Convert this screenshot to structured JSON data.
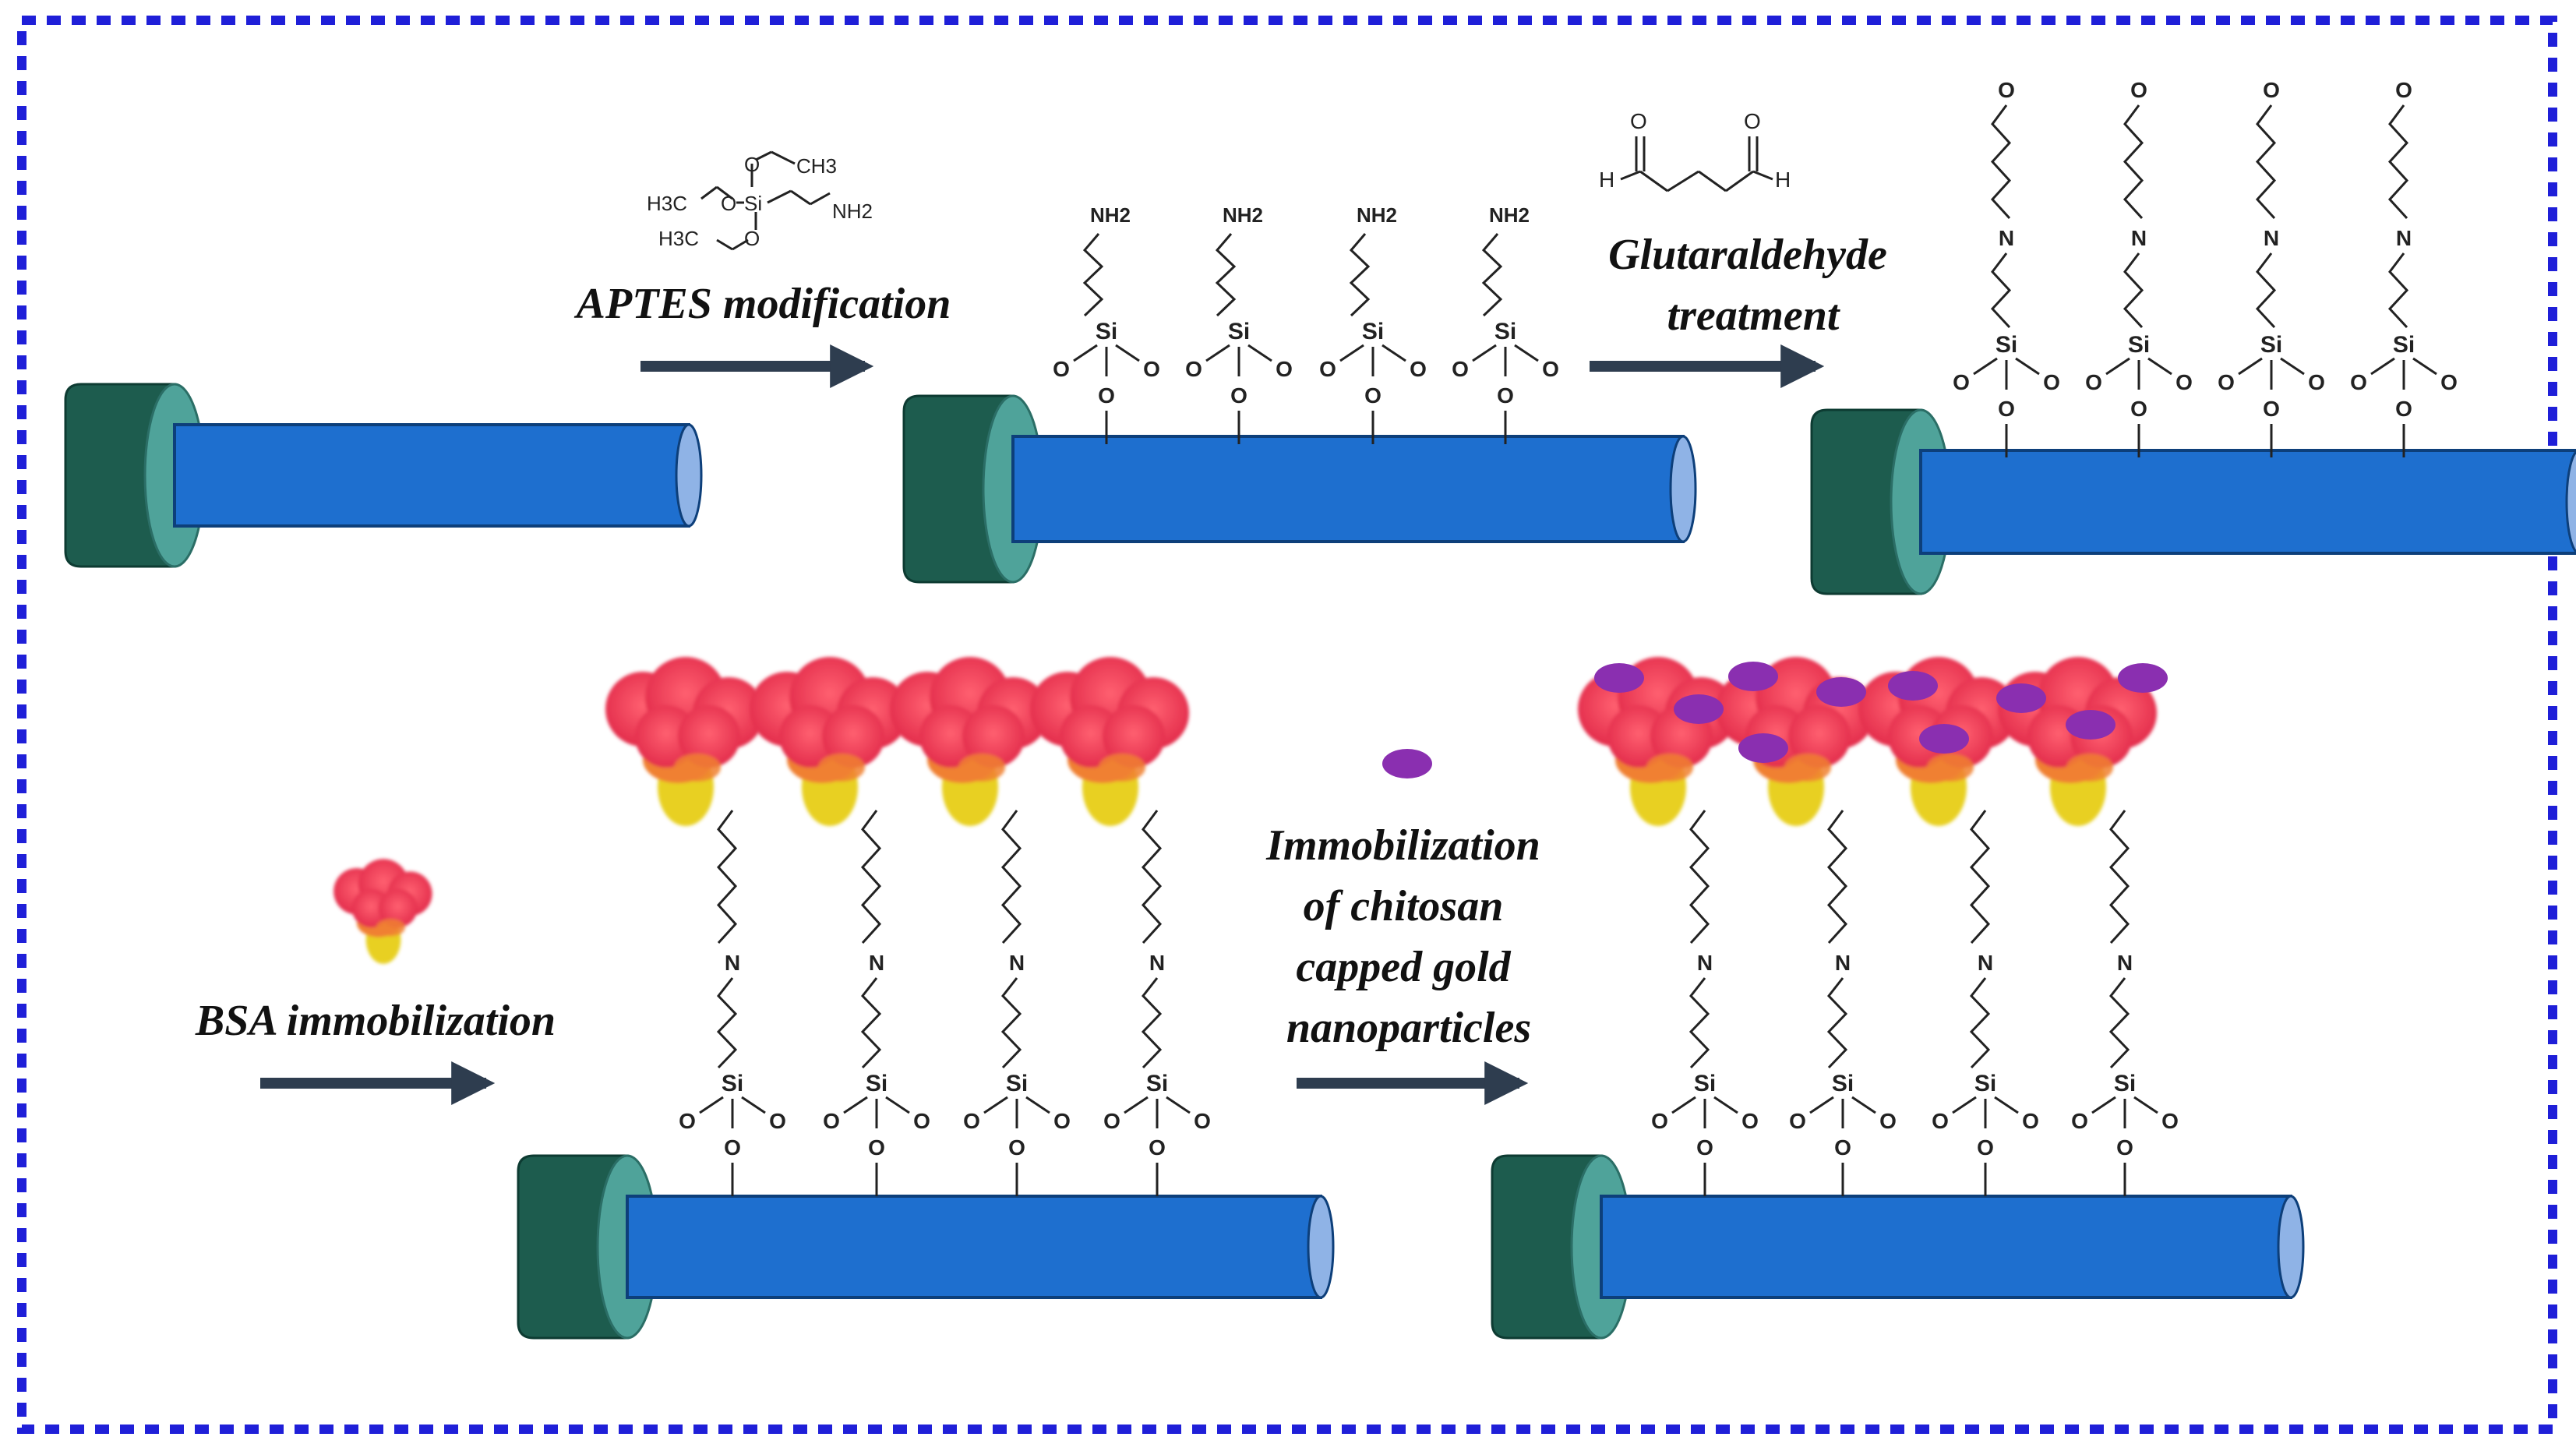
{
  "colors": {
    "frame": "#1f1fd8",
    "fiber_body": "#1e6fcf",
    "fiber_end": "#8fb3e6",
    "connector_dark": "#1d5c4e",
    "connector_light": "#4fa39a",
    "arrow": "#2e3d4f",
    "bond": "#222222",
    "bsa_red": "#f0405a",
    "bsa_orange": "#f08030",
    "bsa_yellow": "#e8d020",
    "nanoparticle": "#8a2fb0"
  },
  "steps": {
    "aptes": {
      "lines": [
        "APTES modification"
      ]
    },
    "glutaraldehyde": {
      "lines": [
        "Glutaraldehyde",
        "treatment"
      ]
    },
    "bsa": {
      "lines": [
        "BSA immobilization"
      ]
    },
    "gold": {
      "lines": [
        "Immobilization",
        "of chitosan",
        "capped gold",
        "nanoparticles"
      ]
    }
  },
  "aptes_molecule": {
    "atoms": [
      "O",
      "CH3",
      "H3C",
      "O",
      "Si",
      "NH2",
      "H3C",
      "O"
    ]
  },
  "glutaraldehyde_molecule": {
    "atoms": [
      "O",
      "O",
      "H",
      "H"
    ]
  },
  "surface_atoms": {
    "amine": "NH2",
    "silicon": "Si",
    "oxygen": "O",
    "nitrogen": "N"
  }
}
